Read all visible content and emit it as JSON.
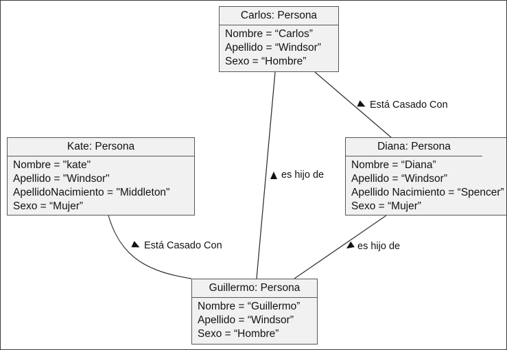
{
  "objects": {
    "carlos": {
      "title": "Carlos: Persona",
      "attributes": [
        "Nombre = “Carlos”",
        "Apellido = “Windsor”",
        "Sexo = “Hombre”"
      ]
    },
    "kate": {
      "title": "Kate: Persona",
      "attributes": [
        "Nombre = \"kate\"",
        "Apellido = \"Windsor\"",
        "ApellidoNacimiento = \"Middleton\"",
        "Sexo = “Mujer”"
      ]
    },
    "diana": {
      "title": "Diana: Persona",
      "attributes": [
        "Nombre = “Diana”",
        "Apellido = “Windsor”",
        "Apellido Nacimiento = “Spencer”",
        "Sexo = “Mujer”"
      ]
    },
    "guillermo": {
      "title": "Guillermo: Persona",
      "attributes": [
        "Nombre = “Guillermo”",
        "Apellido = “Windsor”",
        "Sexo = “Hombre”"
      ]
    }
  },
  "links": {
    "carlos_diana": "Está Casado Con",
    "guillermo_carlos": "es hijo de",
    "kate_guillermo": "Está Casado Con",
    "guillermo_diana": "es hijo de"
  }
}
